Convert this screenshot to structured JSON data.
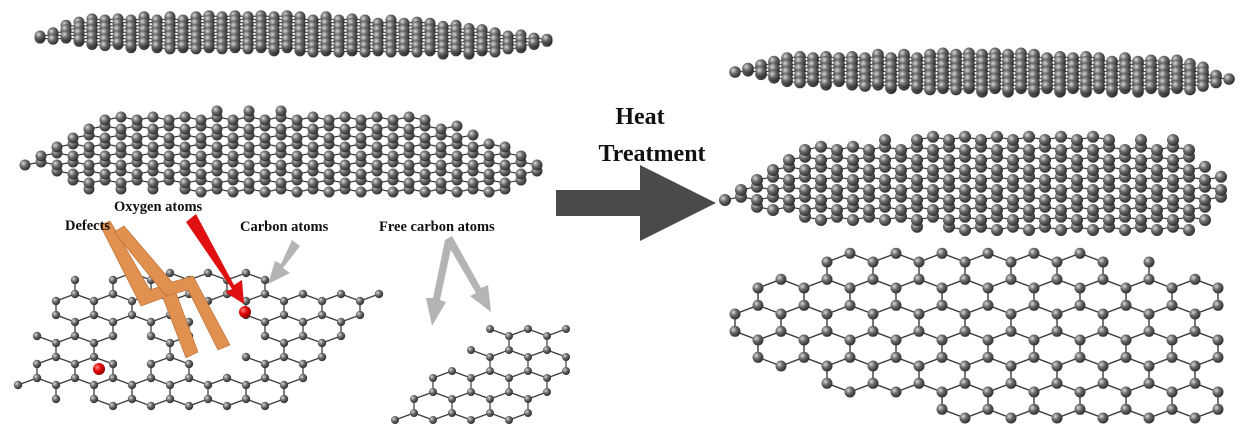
{
  "labels": {
    "heat_line1": "Heat",
    "heat_line2": "Treatment",
    "oxygen_atoms": "Oxygen atoms",
    "carbon_atoms": "Carbon atoms",
    "free_carbon_atoms": "Free carbon atoms",
    "defects": "Defects"
  },
  "colors": {
    "carbon_atom": "#4a4a4a",
    "bond": "#3a3a3a",
    "oxygen_atom": "#e00000",
    "oxygen_arrow": "#e01010",
    "defect_arrow": "#e09050",
    "gray_arrow": "#b4b4b4",
    "process_arrow": "#4a4a4a"
  }
}
